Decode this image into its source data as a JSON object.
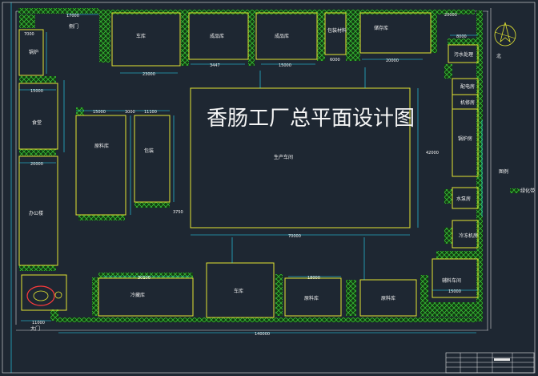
{
  "title": "香肠工厂总平面设计图",
  "labels": {
    "left_top": "锅炉",
    "canteen": "食堂",
    "office": "办公楼",
    "top1": "车库",
    "top2": "成品库",
    "top3": "成品库",
    "top4": "包装材料",
    "top5": "储存库",
    "warehouse": "原料库",
    "packaging": "包装",
    "main_workshop": "生产车间",
    "right1": "污水处理",
    "right2": "配电房",
    "right3": "机修房",
    "boiler": "锅炉房",
    "right5": "水泵房",
    "right6": "冷冻机房",
    "right7": "辅料车间",
    "bottom1": "冷藏库",
    "bottom2": "车库",
    "bottom3": "原料库",
    "bottom4": "原料库",
    "side_gate": "侧门",
    "main_gate": "大门",
    "north": "北",
    "legend_title": "图例",
    "legend_green": "绿化带"
  },
  "dims": {
    "top_left": "17000",
    "top_right": "20000",
    "left_top_width": "7000",
    "canteen_width": "15000",
    "office_width": "20000",
    "top1_width": "23000",
    "top2_width": "3447",
    "top3_width": "15000",
    "top4_width": "6000",
    "top5_width": "20000",
    "warehouse_width": "15000",
    "gap1": "3000",
    "packaging_width": "11100",
    "main_width": "70000",
    "main_height": "42000",
    "gap2": "3750",
    "bottom1_width": "30100",
    "bottom3_width": "18000",
    "right7_width": "15000",
    "right1_width": "8000",
    "total_width": "140000",
    "gate_width": "11000"
  },
  "colors": {
    "background": "#1e2732",
    "building_outline": "#e4e632",
    "green_belt": "#37c037",
    "dimension": "#28e3ff",
    "fountain": "#ff3b3b"
  }
}
